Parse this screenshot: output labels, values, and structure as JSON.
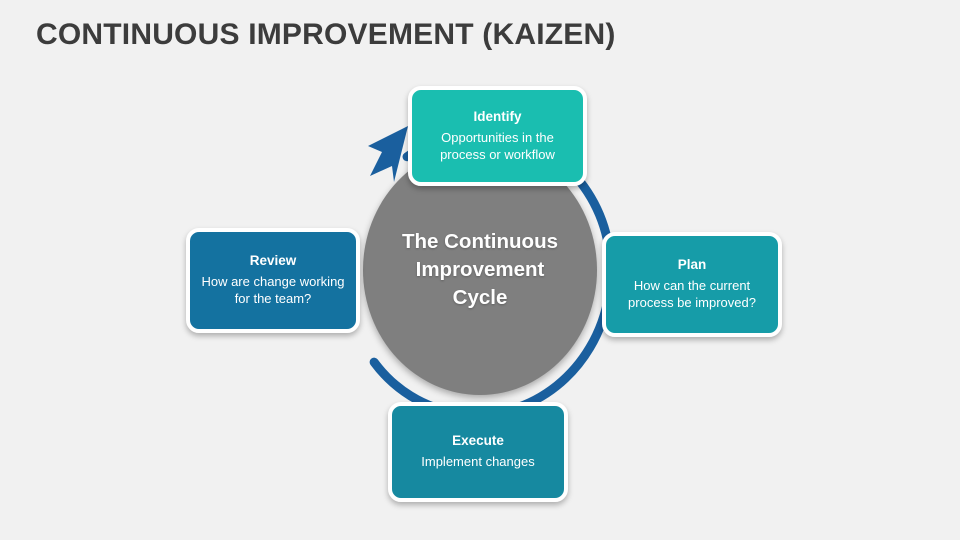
{
  "page": {
    "title": "CONTINUOUS IMPROVEMENT (KAIZEN)",
    "background_color": "#f1f1f1",
    "title_color": "#3c3c3c"
  },
  "diagram": {
    "type": "cycle",
    "center": {
      "label": "The Continuous Improvement Cycle",
      "color": "#7f7f7f",
      "text_color": "#ffffff"
    },
    "ring": {
      "color": "#1a5f9e",
      "direction": "clockwise",
      "arrow_position": "top-left",
      "arrow_icon": "arrow-head-icon"
    },
    "steps": [
      {
        "id": "identify",
        "title": "Identify",
        "description": "Opportunities in the process or workflow",
        "color": "#1abeb0",
        "position": "top"
      },
      {
        "id": "plan",
        "title": "Plan",
        "description": "How can the current process be improved?",
        "color": "#169ca8",
        "position": "right"
      },
      {
        "id": "execute",
        "title": "Execute",
        "description": "Implement changes",
        "color": "#1689a0",
        "position": "bottom"
      },
      {
        "id": "review",
        "title": "Review",
        "description": "How are change working for the team?",
        "color": "#1472a0",
        "position": "left"
      }
    ]
  }
}
